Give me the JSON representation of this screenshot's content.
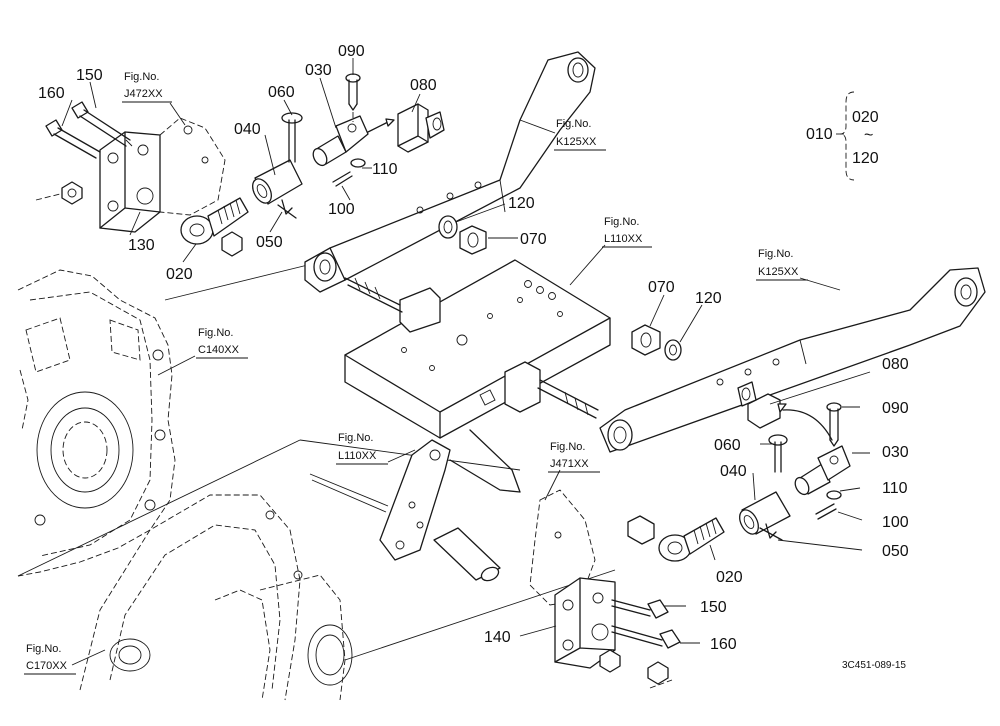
{
  "diagram": {
    "part_callouts": {
      "p090_top": "090",
      "p150_left": "150",
      "p030_top": "030",
      "p080_top": "080",
      "p060_top": "060",
      "p160_left": "160",
      "p040_top": "040",
      "p110_top": "110",
      "p100_top": "100",
      "p130": "130",
      "p050_top": "050",
      "p020_top": "020",
      "p120_top": "120",
      "p070_top": "070",
      "p070_right": "070",
      "p120_right": "120",
      "p080_right": "080",
      "p090_right": "090",
      "p060_right": "060",
      "p030_right": "030",
      "p040_right": "040",
      "p110_right": "110",
      "p100_right": "100",
      "p050_right": "050",
      "p020_right": "020",
      "p150_right": "150",
      "p140": "140",
      "p160_right": "160"
    },
    "figure_refs": {
      "fig_label": "Fig.No.",
      "j472": "J472XX",
      "k125_top": "K125XX",
      "l110_top": "L110XX",
      "k125_right": "K125XX",
      "c140": "C140XX",
      "l110_mid": "L110XX",
      "j471": "J471XX",
      "c170": "C170XX"
    },
    "range_note": {
      "assembly": "010",
      "from": "020",
      "tilde": "~",
      "to": "120"
    },
    "drawing_code": "3C451-089-15"
  }
}
